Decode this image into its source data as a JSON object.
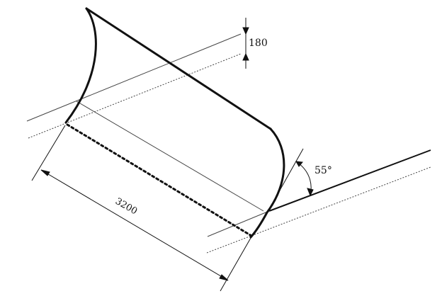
{
  "diagram": {
    "labels": {
      "thickness": "180",
      "width": "3200",
      "angle": "55°"
    },
    "colors": {
      "stroke": "#111111",
      "thin_line": "#444444",
      "background": "#ffffff"
    }
  }
}
